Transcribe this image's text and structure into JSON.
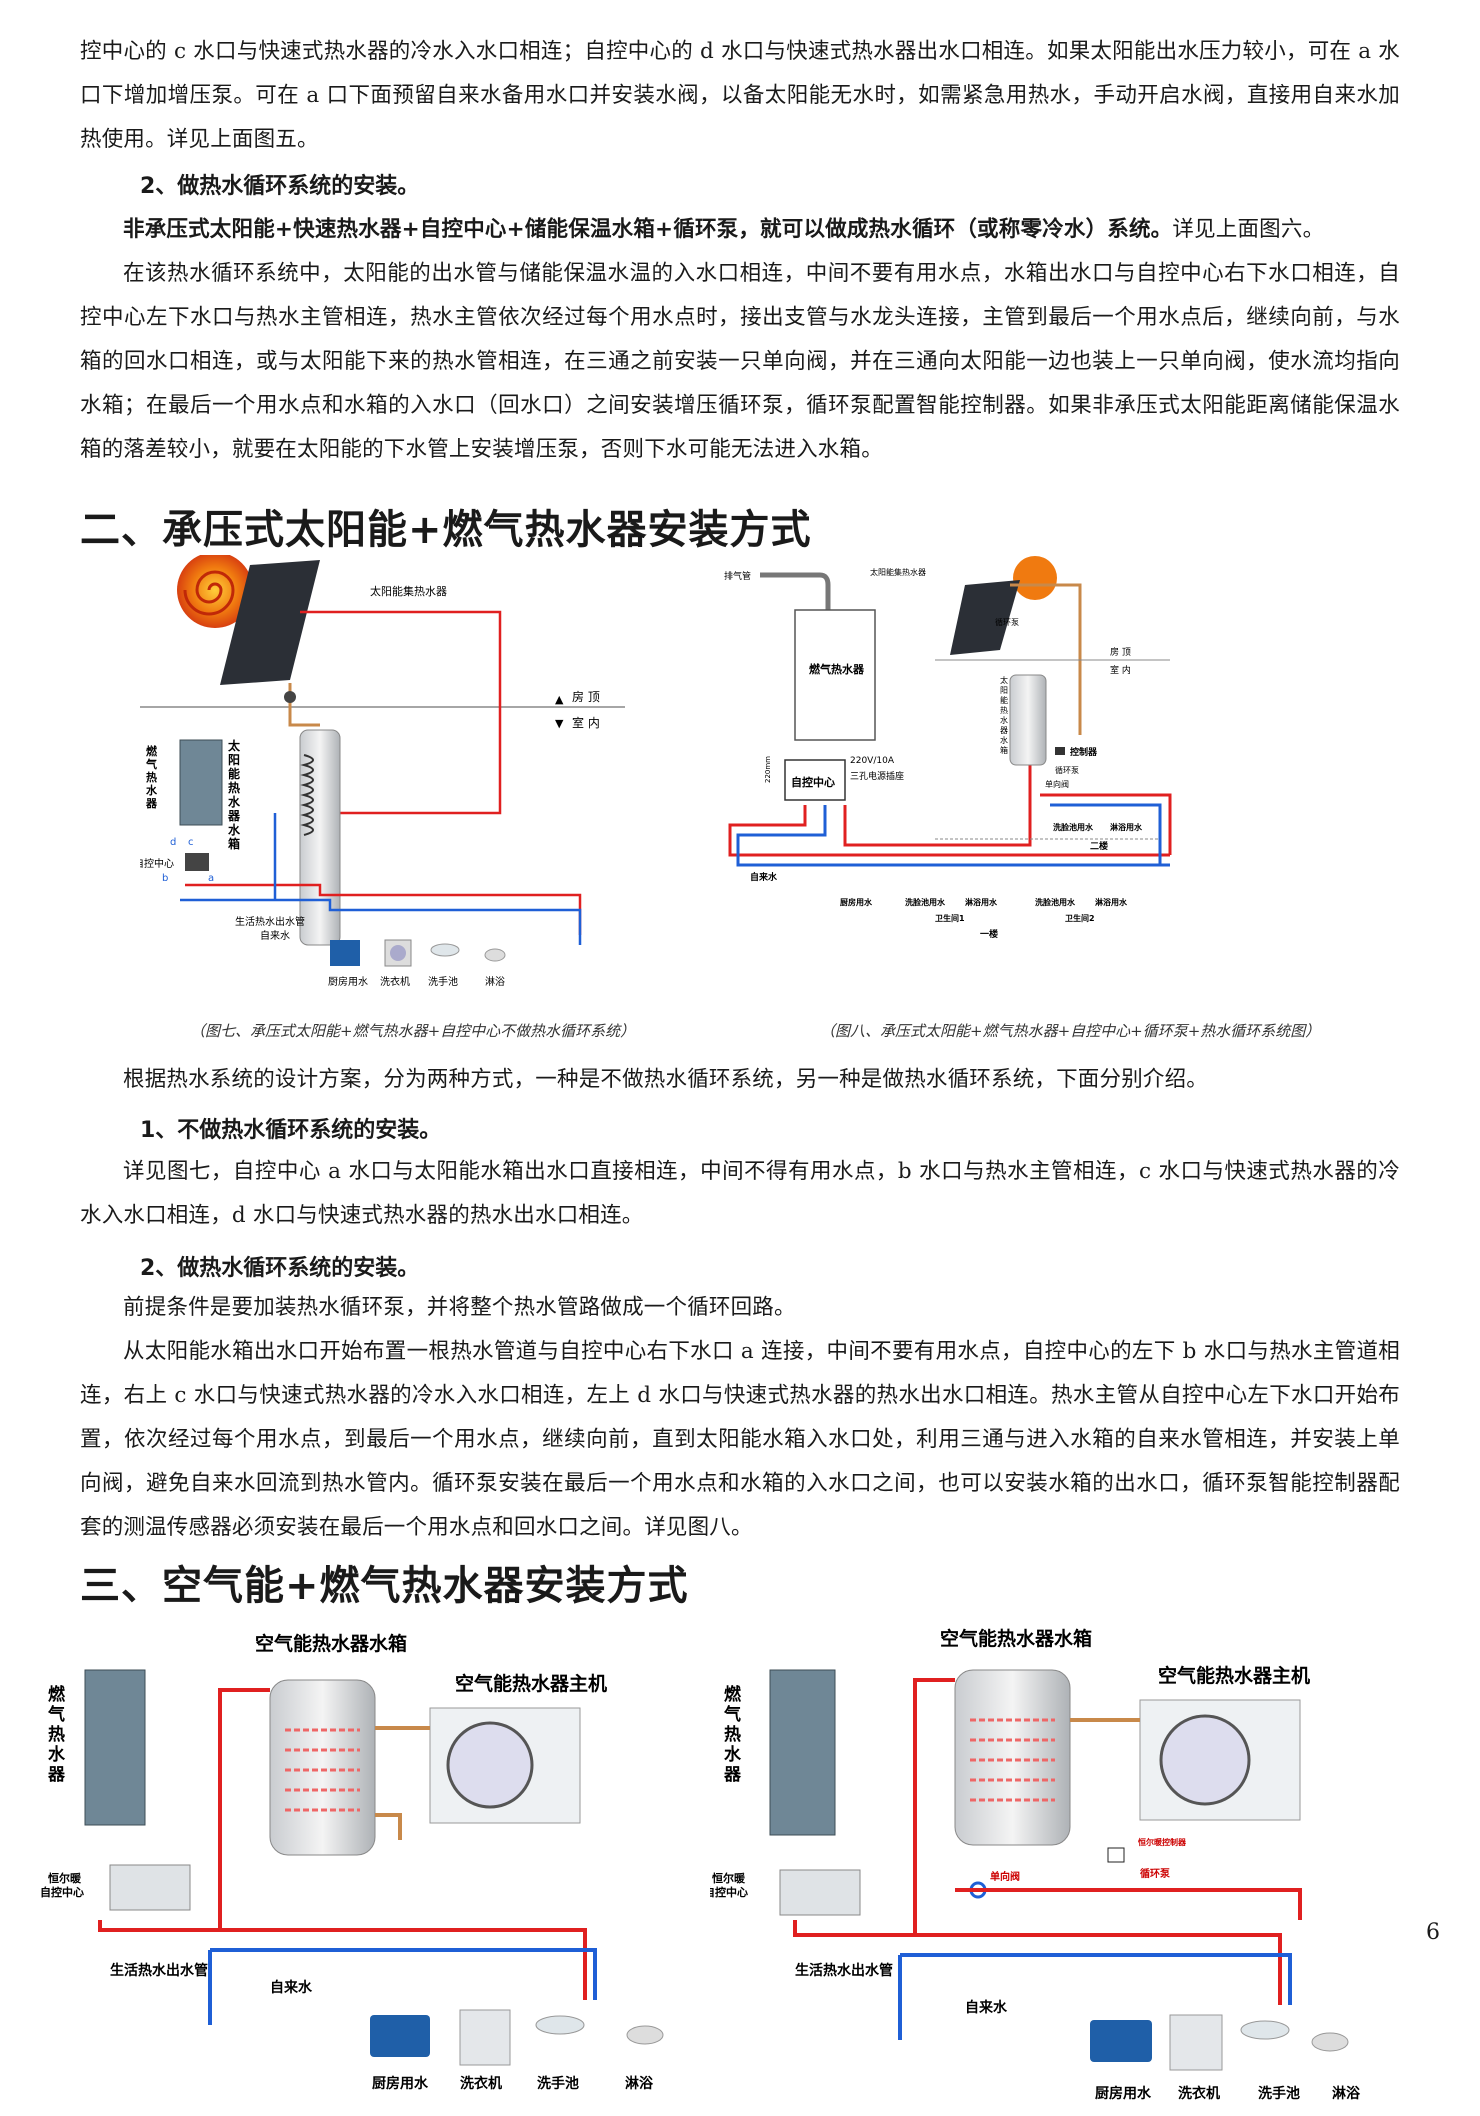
{
  "paragraphs": {
    "p1": "控中心的 c 水口与快速式热水器的冷水入水口相连；自控中心的 d 水口与快速式热水器出水口相连。如果太阳能出水压力较小，可在 a 水口下增加增压泵。可在 a 口下面预留自来水备用水口并安装水阀，以备太阳能无水时，如需紧急用热水，手动开启水阀，直接用自来水加热使用。详见上面图五。",
    "h_a2": "2、做热水循环系统的安装。",
    "p2_bold": "非承压式太阳能+快速热水器+自控中心+储能保温水箱+循环泵，就可以做成热水循环（或称零冷水）系统。",
    "p2_tail": "详见上面图六。",
    "p3": "在该热水循环系统中，太阳能的出水管与储能保温水温的入水口相连，中间不要有用水点，水箱出水口与自控中心右下水口相连，自控中心左下水口与热水主管相连，热水主管依次经过每个用水点时，接出支管与水龙头连接，主管到最后一个用水点后，继续向前，与水箱的回水口相连，或与太阳能下来的热水管相连，在三通之前安装一只单向阀，并在三通向太阳能一边也装上一只单向阀，使水流均指向水箱；在最后一个用水点和水箱的入水口（回水口）之间安装增压循环泵，循环泵配置智能控制器。如果非承压式太阳能距离储能保温水箱的落差较小，就要在太阳能的下水管上安装增压泵，否则下水可能无法进入水箱。",
    "section2": "二、承压式太阳能+燃气热水器安装方式",
    "caption7": "（图七、承压式太阳能+燃气热水器+自控中心不做热水循环系统）",
    "caption8": "（图八、承压式太阳能+燃气热水器+自控中心+循环泵+热水循环系统图）",
    "p4": "根据热水系统的设计方案，分为两种方式，一种是不做热水循环系统，另一种是做热水循环系统，下面分别介绍。",
    "h_b1": "1、不做热水循环系统的安装。",
    "p5": "详见图七，自控中心 a 水口与太阳能水箱出水口直接相连，中间不得有用水点，b 水口与热水主管相连，c 水口与快速式热水器的冷水入水口相连，d 水口与快速式热水器的热水出水口相连。",
    "h_b2": "2、做热水循环系统的安装。",
    "p6": "前提条件是要加装热水循环泵，并将整个热水管路做成一个循环回路。",
    "p7": "从太阳能水箱出水口开始布置一根热水管道与自控中心右下水口 a 连接，中间不要有用水点，自控中心的左下 b 水口与热水主管道相连，右上 c 水口与快速式热水器的冷水入水口相连，左上 d 水口与快速式热水器的热水出水口相连。热水主管从自控中心左下水口开始布置，依次经过每个用水点，到最后一个用水点，继续向前，直到太阳能水箱入水口处，利用三通与进入水箱的自来水管相连，并安装上单向阀，避免自来水回流到热水管内。循环泵安装在最后一个用水点和水箱的入水口之间，也可以安装水箱的出水口，循环泵智能控制器配套的测温传感器必须安装在最后一个用水点和回水口之间。详见图八。",
    "section3": "三、空气能+燃气热水器安装方式",
    "page_number": "6"
  },
  "fig7": {
    "collector": "太阳能集热水器",
    "roof": "房 顶",
    "indoor": "室 内",
    "tank": "太阳能热水器水箱",
    "heater": "燃气热水器",
    "controller": "自控中心",
    "main_pipe": "生活热水出水管",
    "tap_water": "自来水",
    "kitchen": "厨房用水",
    "washer": "洗衣机",
    "basin": "洗手池",
    "shower": "淋浴",
    "ports": [
      "d",
      "c",
      "b",
      "a"
    ]
  },
  "fig8": {
    "exhaust": "排气管",
    "heater": "燃气热水器",
    "controller": "自控中心",
    "power": "220V/10A",
    "socket": "三孔电源插座",
    "height": "220mm",
    "collector": "太阳能集热水器",
    "pump": "循环泵",
    "roof": "房 顶",
    "indoor": "室 内",
    "tank": "太阳能热水器水箱",
    "pump_controller": "控制器",
    "pump2": "循环泵",
    "check_valve": "单向阀",
    "basin_water": "洗脸池用水",
    "shower_water": "淋浴用水",
    "floor2": "二楼",
    "tap_water": "自来水",
    "kitchen_water": "厨房用水",
    "basin_water_1": "洗脸池用水",
    "shower_water_1": "淋浴用水",
    "basin_water_2": "洗脸池用水",
    "shower_water_2": "淋浴用水",
    "bath1": "卫生间1",
    "bath2": "卫生间2",
    "floor1": "一楼"
  },
  "fig9": {
    "tank_title": "空气能热水器水箱",
    "host_title": "空气能热水器主机",
    "heater": "燃气热水器",
    "brand": "恒尔暖",
    "controller": "自控中心",
    "main_pipe": "生活热水出水管",
    "tap_water": "自来水",
    "kitchen": "厨房用水",
    "washer": "洗衣机",
    "basin": "洗手池",
    "shower": "淋浴"
  },
  "fig10": {
    "tank_title": "空气能热水器水箱",
    "host_title": "空气能热水器主机",
    "heater": "燃气热水器",
    "brand": "恒尔暖",
    "controller": "自控中心",
    "pump_controller": "恒尔暖控制器",
    "check_valve": "单向阀",
    "pump": "循环泵",
    "main_pipe": "生活热水出水管",
    "tap_water": "自来水",
    "kitchen": "厨房用水",
    "washer": "洗衣机",
    "basin": "洗手池",
    "shower": "淋浴"
  },
  "colors": {
    "hot": "#e02020",
    "cold": "#1f5fd6",
    "tan": "#c8894a",
    "panel": "#2b2f36",
    "heater": "#6f8796"
  }
}
